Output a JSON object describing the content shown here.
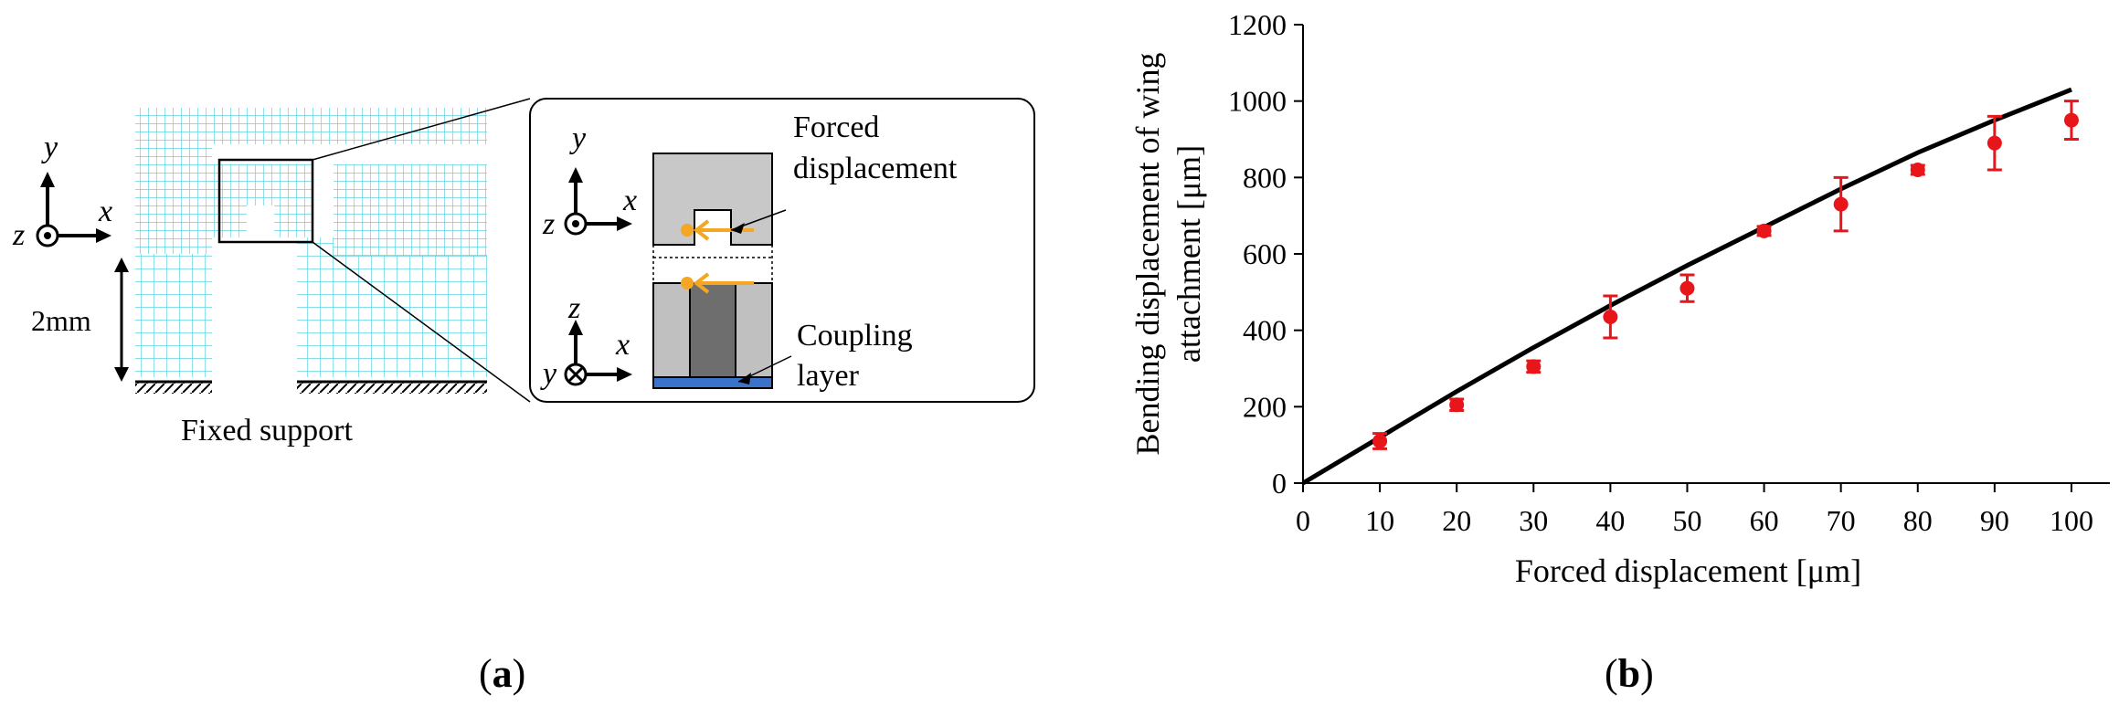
{
  "panel_a": {
    "label_open": "(",
    "label_letter": "a",
    "label_close": ")",
    "axis_y": "y",
    "axis_z": "z",
    "axis_x": "x",
    "scale_label": "2mm",
    "support_label": "Fixed support",
    "inset_forced_line1": "Forced",
    "inset_forced_line2": "displacement",
    "inset_coupling_line1": "Coupling",
    "inset_coupling_line2": "layer",
    "colors": {
      "mesh": "#5fd3e0",
      "arrow": "#f5a623",
      "coupling": "#3a73c9",
      "gray_light": "#c0c0c0",
      "gray_dark": "#6e6e6e"
    }
  },
  "panel_b": {
    "label_open": "(",
    "label_letter": "b",
    "label_close": ")"
  },
  "chart_data": {
    "type": "scatter",
    "title": "",
    "xlabel": "Forced displacement [μm]",
    "ylabel_line1": "Bending displacement of wing",
    "ylabel_line2": "attachment [μm]",
    "xlim": [
      0,
      105
    ],
    "ylim": [
      0,
      1200
    ],
    "xticks": [
      0,
      10,
      20,
      30,
      40,
      50,
      60,
      70,
      80,
      90,
      100
    ],
    "yticks": [
      0,
      200,
      400,
      600,
      800,
      1000,
      1200
    ],
    "grid": false,
    "series": [
      {
        "kind": "line",
        "color": "#000000",
        "x": [
          0,
          10,
          20,
          30,
          40,
          50,
          60,
          70,
          80,
          90,
          100
        ],
        "y": [
          0,
          120,
          240,
          355,
          465,
          570,
          670,
          770,
          865,
          950,
          1030
        ]
      },
      {
        "kind": "points_with_error",
        "color": "#e8161b",
        "x": [
          10,
          20,
          30,
          40,
          50,
          60,
          70,
          80,
          90,
          100
        ],
        "y": [
          110,
          205,
          305,
          435,
          510,
          660,
          730,
          820,
          890,
          950
        ],
        "err": [
          20,
          15,
          15,
          55,
          35,
          12,
          70,
          12,
          70,
          50
        ]
      }
    ]
  }
}
